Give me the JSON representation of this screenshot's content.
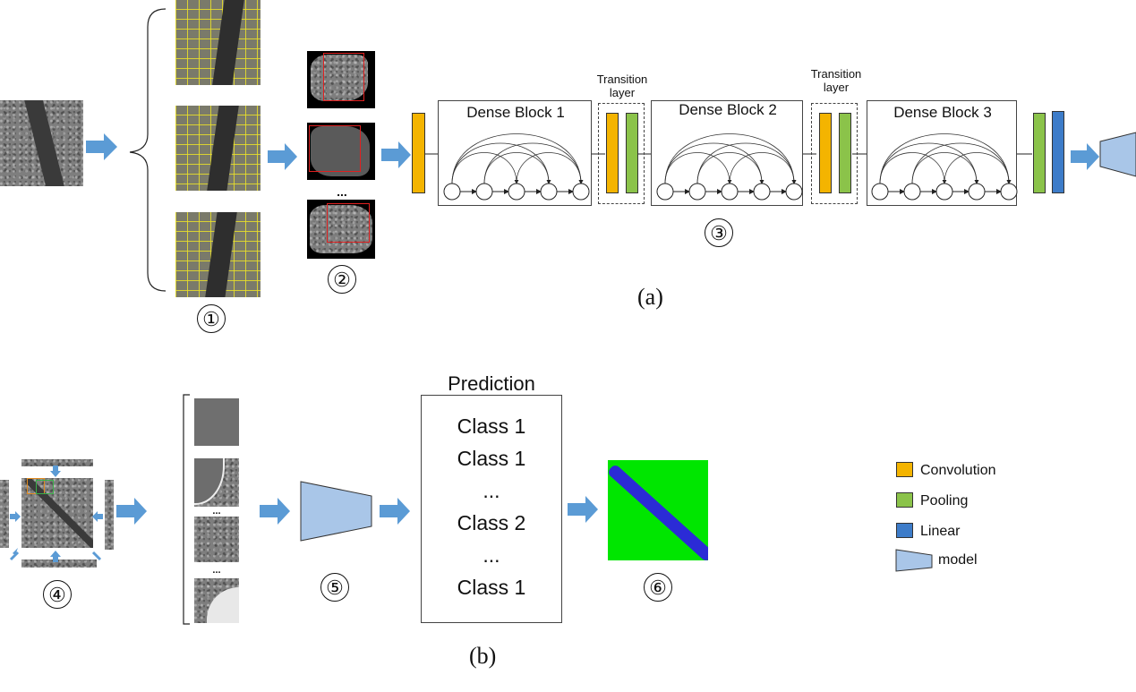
{
  "panel_a": {
    "caption": "(a)",
    "step1_label": "①",
    "step2_label": "②",
    "step3_label": "③",
    "ellipsis": "...",
    "dense_blocks": [
      "Dense Block 1",
      "Dense Block 2",
      "Dense Block 3"
    ],
    "transition_label": "Transition layer"
  },
  "panel_b": {
    "caption": "(b)",
    "step4_label": "④",
    "step5_label": "⑤",
    "step6_label": "⑥",
    "ellipsis": "...",
    "prediction_title": "Prediction",
    "predictions": [
      "Class 1",
      "Class 1",
      "...",
      "Class 2",
      "...",
      "Class 1"
    ]
  },
  "legend": {
    "items": [
      {
        "label": "Convolution",
        "color": "#f4b400"
      },
      {
        "label": "Pooling",
        "color": "#8bc34a"
      },
      {
        "label": "Linear",
        "color": "#3d7cc9"
      },
      {
        "label": "model",
        "color": "#a9c6e8"
      }
    ]
  },
  "colors": {
    "arrow": "#5b9bd5",
    "segmentation_background": "#00e600",
    "segmentation_crack": "#2b2bd6"
  }
}
